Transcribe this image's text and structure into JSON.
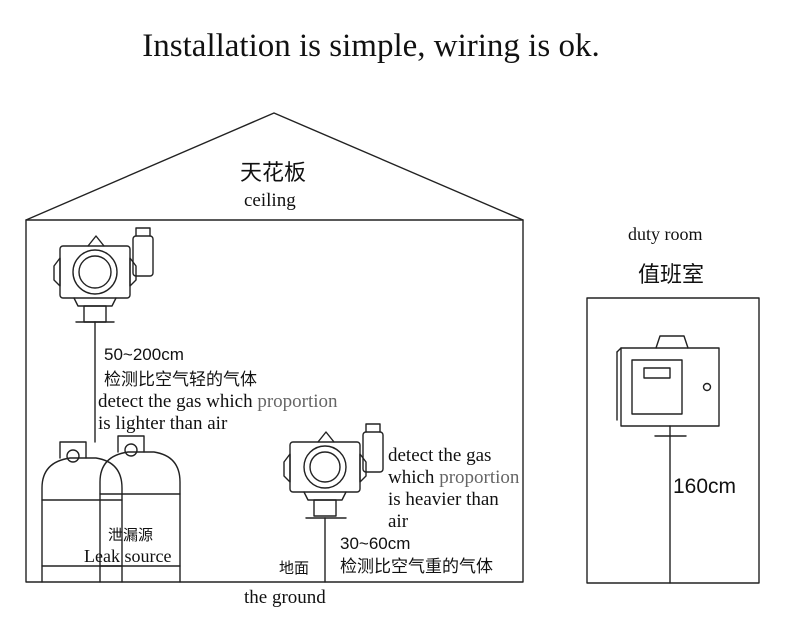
{
  "title": "Installation is simple, wiring is ok.",
  "ceiling": {
    "zh": "天花板",
    "en": "ceiling"
  },
  "duty_room": {
    "en": "duty room",
    "zh": "值班室",
    "height": "160cm"
  },
  "upper_detector": {
    "height": "50~200cm",
    "zh": "检测比空气轻的气体",
    "en_line1_start": "detect the gas which ",
    "en_line1_end": "proportion",
    "en_line2": "is lighter than air"
  },
  "lower_detector": {
    "en_line1": "detect the gas",
    "en_line2_start": "which ",
    "en_line2_end": "proportion",
    "en_line3": "is heavier than",
    "en_line4": "air",
    "height": "30~60cm",
    "zh": "检测比空气重的气体"
  },
  "leak_source": {
    "zh": "泄漏源",
    "en": "Leak source"
  },
  "ground": {
    "zh": "地面",
    "en": "the ground"
  },
  "colors": {
    "line": "#222222",
    "text": "#111111",
    "muted": "#666666"
  }
}
